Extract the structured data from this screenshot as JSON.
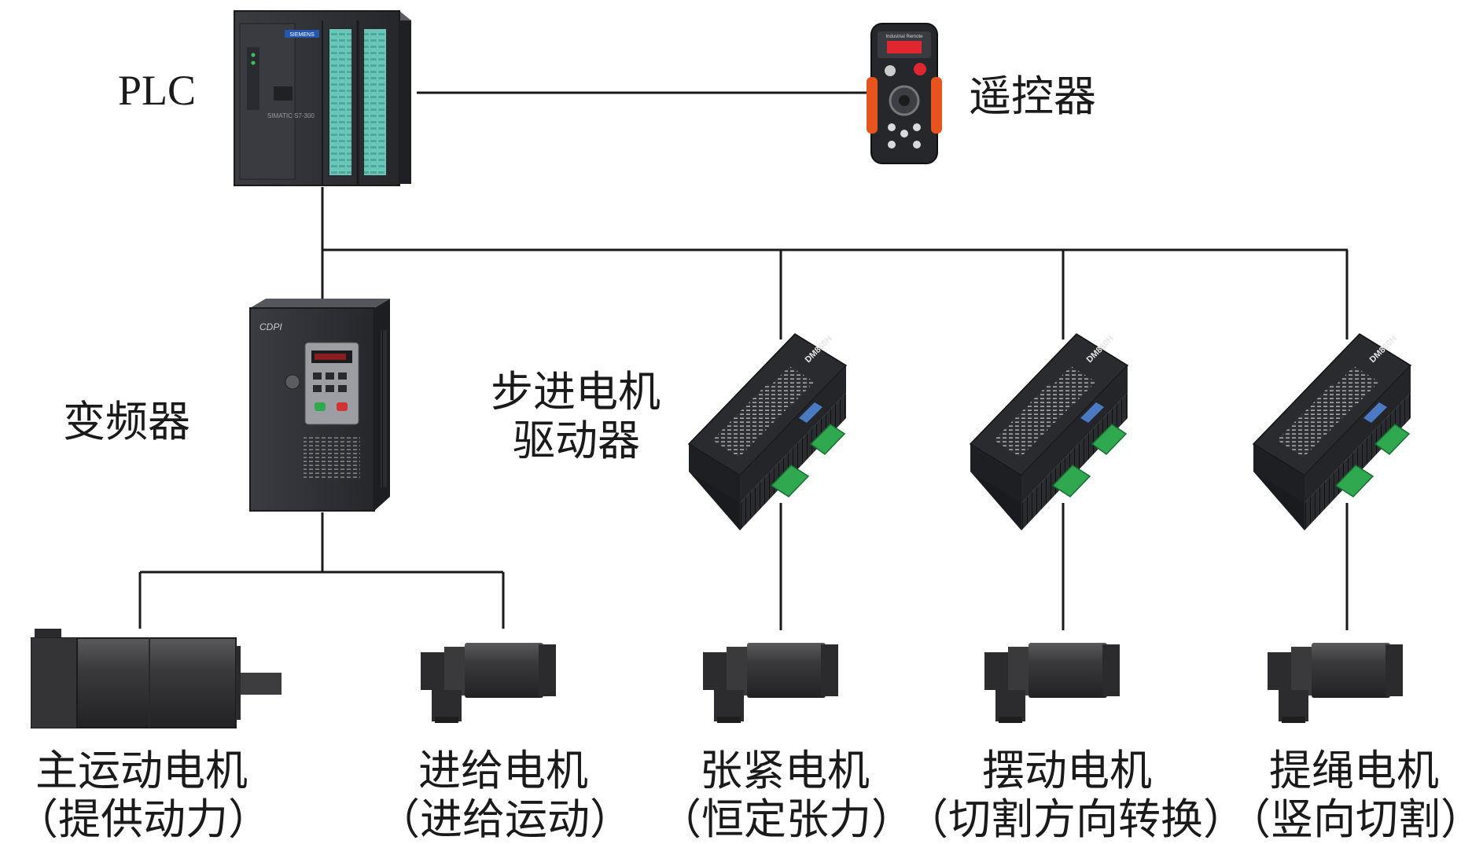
{
  "devices": {
    "plc": {
      "label": "PLC",
      "brand": "SIEMENS",
      "model": "SIMATIC S7-300"
    },
    "remote": {
      "label": "遥控器",
      "brand": "Industrial Remote"
    },
    "inverter": {
      "label": "变频器",
      "brand": "CDPI"
    },
    "stepper_driver": {
      "label_line1": "步进电机",
      "label_line2": "驱动器",
      "model": "DM860H"
    }
  },
  "motors": [
    {
      "name": "主运动电机",
      "desc": "（提供动力）"
    },
    {
      "name": "进给电机",
      "desc": "（进给运动）"
    },
    {
      "name": "张紧电机",
      "desc": "（恒定张力）"
    },
    {
      "name": "摆动电机",
      "desc": "（切割方向转换）"
    },
    {
      "name": "提绳电机",
      "desc": "（竖向切割）"
    }
  ],
  "colors": {
    "line": "#1a1a1a",
    "device_dark": "#2e2f33",
    "plc_teal": "#69c6b9",
    "remote_orange": "#e8541e",
    "terminal_green": "#2fa84f",
    "display_red": "#e0262e",
    "motor_body": "#3a3a3c"
  }
}
